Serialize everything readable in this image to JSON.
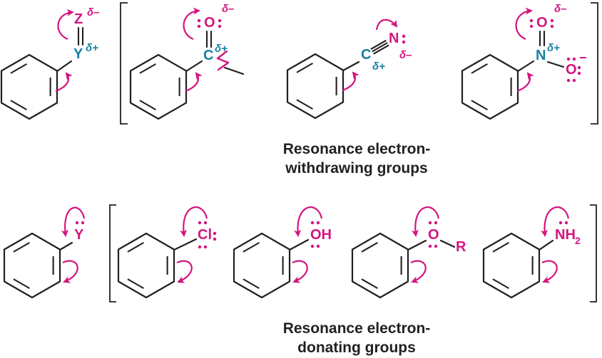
{
  "figure": {
    "colors": {
      "pink": "#d4157f",
      "teal": "#1780a4",
      "ink": "#231f20",
      "background": "#ffffff"
    },
    "withdrawing": {
      "caption_line1": "Resonance electron-",
      "caption_line2": "withdrawing groups",
      "generic": {
        "z": "Z",
        "z_delta": "δ–",
        "y": "Y",
        "y_delta": "δ+"
      },
      "carbonyl": {
        "c": "C",
        "c_delta": "δ+",
        "o": "O",
        "o_delta": "δ–"
      },
      "nitrile": {
        "c": "C",
        "c_delta": "δ+",
        "n": "N",
        "n_delta": "δ–"
      },
      "nitro": {
        "n": "N",
        "n_delta": "δ+",
        "o_top": "O",
        "o_top_delta": "δ–",
        "o_side": "O",
        "o_side_charge": "−"
      }
    },
    "donating": {
      "caption_line1": "Resonance electron-",
      "caption_line2": "donating groups",
      "generic": {
        "y": "Y"
      },
      "chloro": {
        "cl": "Cl"
      },
      "hydroxy": {
        "oh": "OH"
      },
      "alkoxy": {
        "o": "O",
        "r": "R"
      },
      "amino": {
        "nh": "NH",
        "subscript": "2"
      }
    }
  }
}
